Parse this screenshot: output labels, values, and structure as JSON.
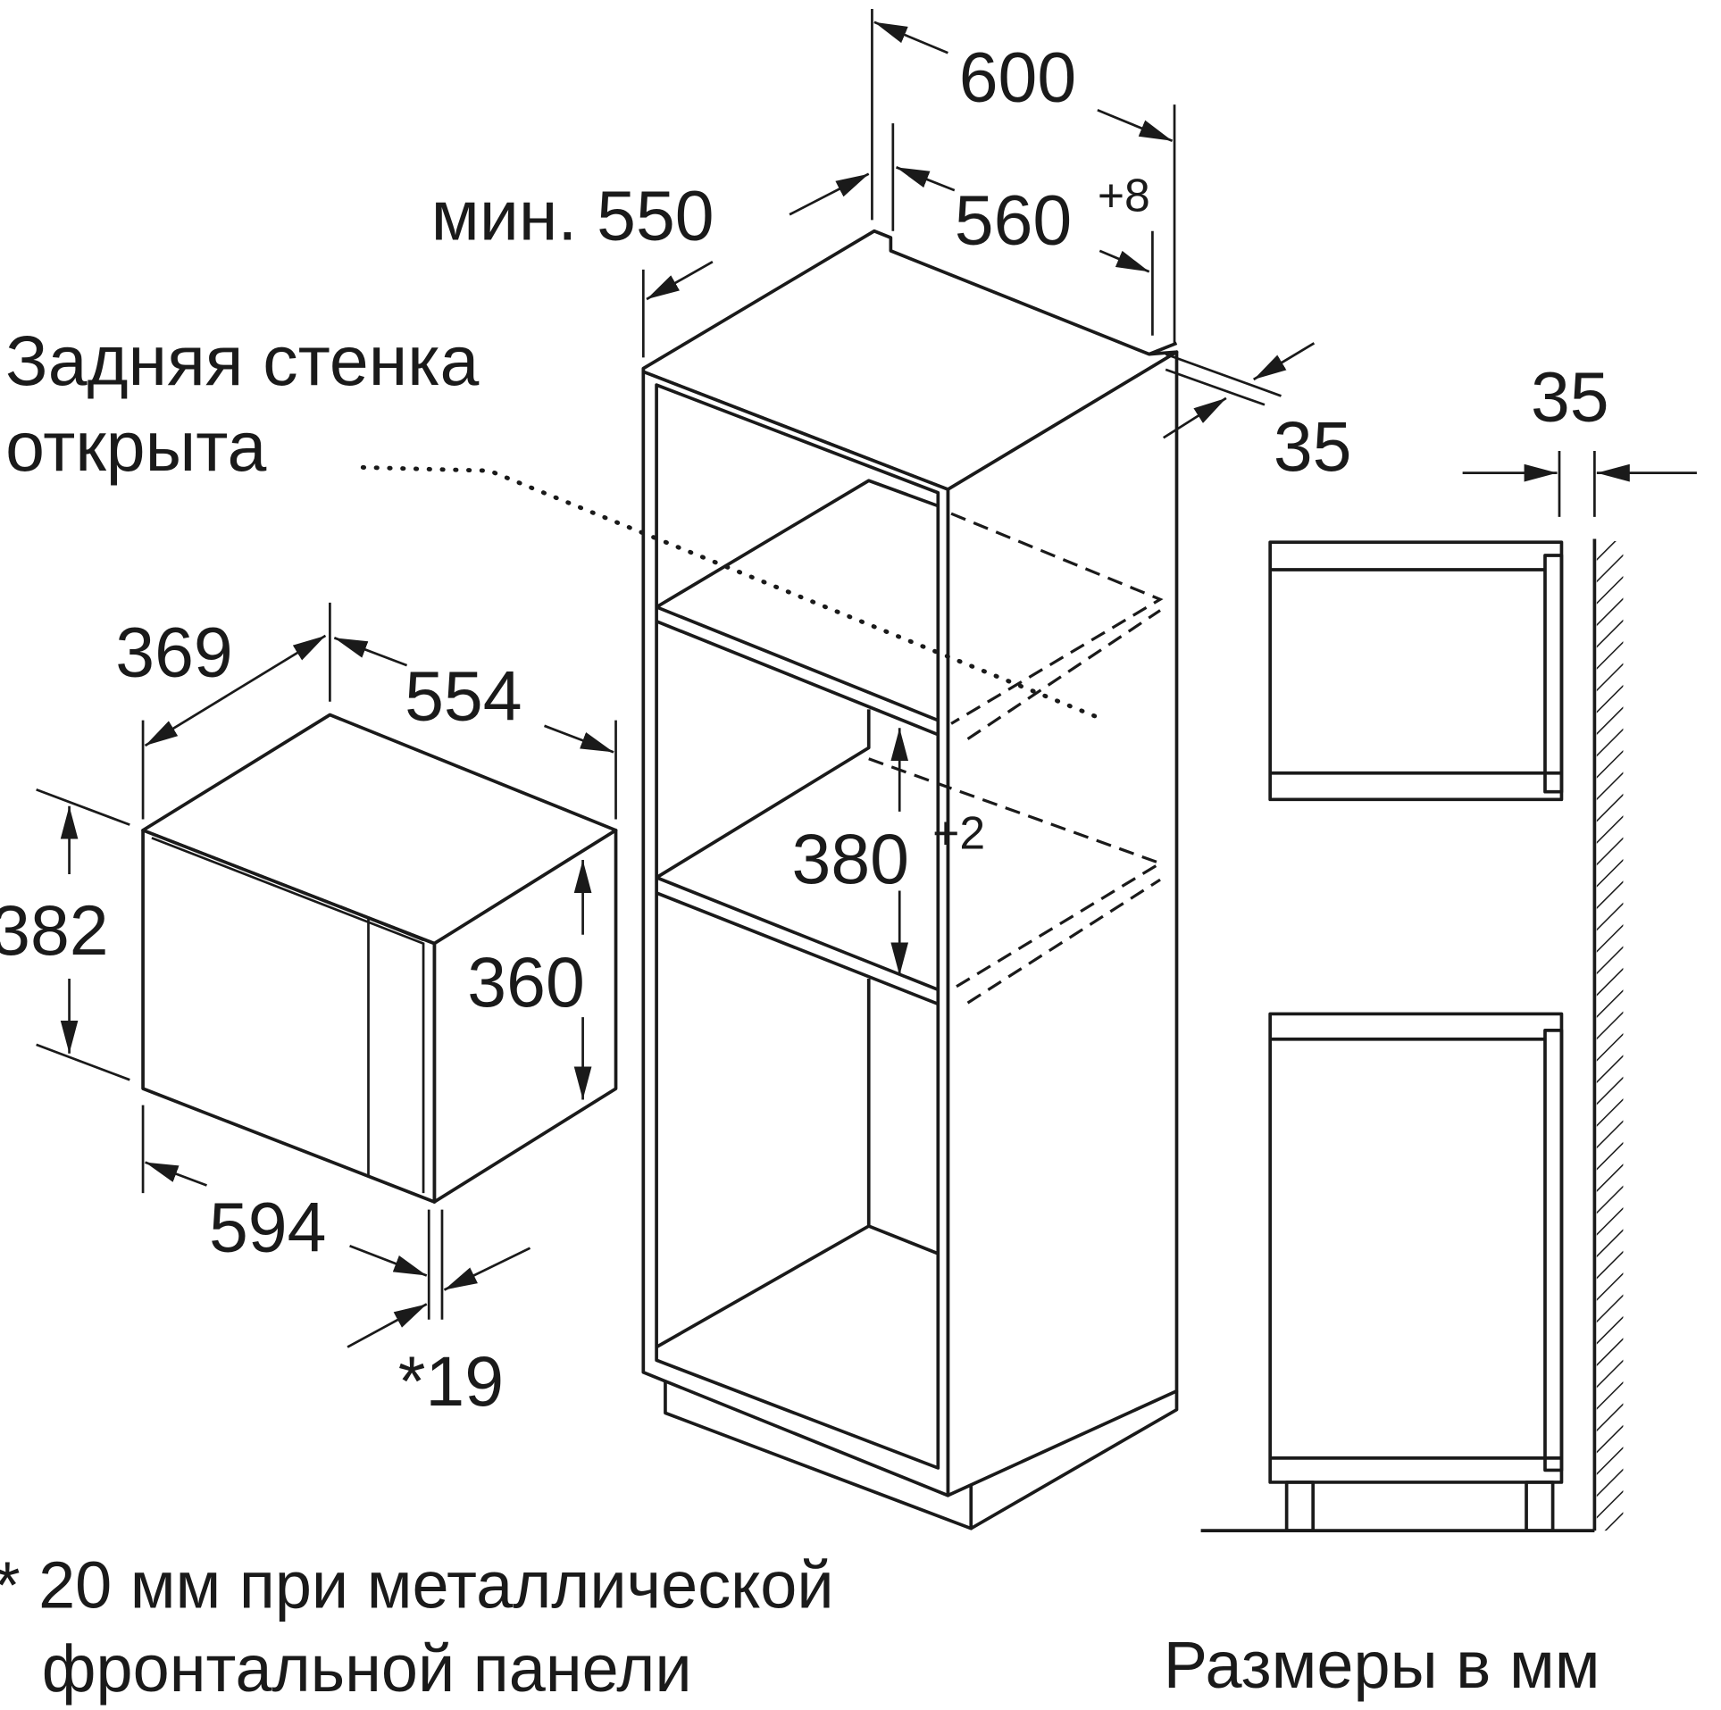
{
  "diagram": {
    "title_note": "Размеры в мм",
    "footnote_line1": "* 20 мм при металлической",
    "footnote_line2": "фронтальной панели",
    "back_wall_label_line1": "Задняя стенка",
    "back_wall_label_line2": "открыта",
    "microwave": {
      "depth": "369",
      "width_body": "554",
      "height_total": "382",
      "height_body": "360",
      "width_front": "594",
      "front_thickness": "*19"
    },
    "cabinet": {
      "width_total": "600",
      "depth_min": "мин. 550",
      "niche_width": "560",
      "niche_width_tol": "+8",
      "niche_height": "380",
      "niche_height_tol": "+2",
      "side_offset": "35"
    },
    "side_view": {
      "wall_gap": "35"
    }
  }
}
